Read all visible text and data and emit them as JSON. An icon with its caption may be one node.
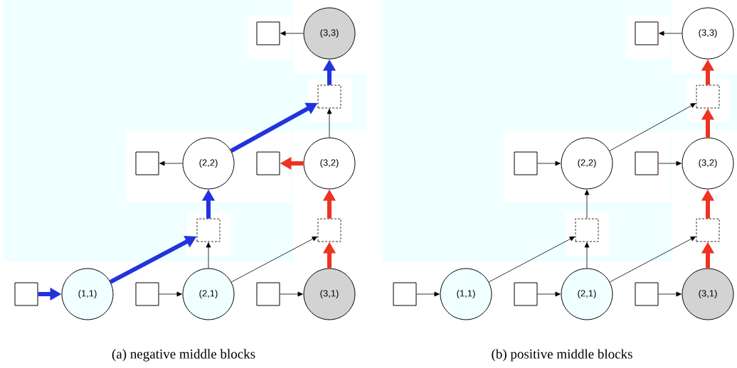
{
  "diagram": {
    "nodes": [
      {
        "text": [],
        "shape": "box"
      },
      {
        "text": [
          "(3,3)"
        ]
      },
      {
        "text": [],
        "shape": "box"
      },
      {
        "text": [],
        "shape": "box"
      },
      {
        "text": [
          "(2,2)"
        ]
      },
      {
        "text": [],
        "shape": "box"
      },
      {
        "text": [
          "(3,2)"
        ]
      },
      {
        "text": [],
        "shape": "box"
      },
      {
        "text": [],
        "shape": "box"
      },
      {
        "text": [],
        "shape": "box"
      },
      {
        "text": [
          "(1,1)"
        ]
      },
      {
        "text": [],
        "shape": "box"
      },
      {
        "text": [
          "(2,1)"
        ]
      },
      {
        "text": [],
        "shape": "box"
      },
      {
        "text": [
          "(3,1)"
        ]
      },
      {
        "text": [],
        "shape": "box"
      },
      {
        "text": [
          "(3,3)"
        ]
      },
      {
        "text": [],
        "shape": "box"
      },
      {
        "text": [],
        "shape": "box"
      },
      {
        "text": [
          "(2,2)"
        ]
      },
      {
        "text": [],
        "shape": "box"
      },
      {
        "text": [
          "(3,2)"
        ]
      },
      {
        "text": [],
        "shape": "box"
      },
      {
        "text": [],
        "shape": "box"
      },
      {
        "text": [],
        "shape": "box"
      },
      {
        "text": [
          "(1,1)"
        ]
      },
      {
        "text": [],
        "shape": "box"
      },
      {
        "text": [
          "(2,1)"
        ]
      },
      {
        "text": [],
        "shape": "box"
      },
      {
        "text": [
          "(3,1)"
        ]
      }
    ],
    "edges": [
      {
        "from": 9,
        "to": 10,
        "arrow": "to",
        "style": "thick",
        "color": "#2233dd"
      },
      {
        "from": 11,
        "to": 12,
        "arrow": "to"
      },
      {
        "from": 13,
        "to": 14,
        "arrow": "to"
      },
      {
        "from": 4,
        "to": 3,
        "arrow": "to"
      },
      {
        "from": 6,
        "to": 5,
        "arrow": "to",
        "style": "thick",
        "color": "#ee3322"
      },
      {
        "from": 1,
        "to": 0,
        "arrow": "to"
      },
      {
        "from": 10,
        "to": 7,
        "arrow": "to",
        "style": "thick",
        "color": "#2233dd"
      },
      {
        "from": 12,
        "to": 7,
        "arrow": "to"
      },
      {
        "from": 7,
        "to": 4,
        "arrow": "to",
        "style": "thick",
        "color": "#2233dd"
      },
      {
        "from": 12,
        "to": 8,
        "arrow": "to"
      },
      {
        "from": 14,
        "to": 8,
        "arrow": "to",
        "style": "thick",
        "color": "#ee3322"
      },
      {
        "from": 8,
        "to": 6,
        "arrow": "to",
        "style": "thick",
        "color": "#ee3322"
      },
      {
        "from": 4,
        "to": 2,
        "arrow": "to",
        "style": "thick",
        "color": "#2233dd"
      },
      {
        "from": 6,
        "to": 2,
        "arrow": "to"
      },
      {
        "from": 2,
        "to": 1,
        "arrow": "to",
        "style": "thick",
        "color": "#2233dd"
      },
      {
        "from": 24,
        "to": 25,
        "arrow": "to"
      },
      {
        "from": 26,
        "to": 27,
        "arrow": "to"
      },
      {
        "from": 28,
        "to": 29,
        "arrow": "to"
      },
      {
        "from": 18,
        "to": 19,
        "arrow": "to"
      },
      {
        "from": 20,
        "to": 21,
        "arrow": "to"
      },
      {
        "from": 16,
        "to": 15,
        "arrow": "to"
      },
      {
        "from": 25,
        "to": 22,
        "arrow": "to"
      },
      {
        "from": 27,
        "to": 22,
        "arrow": "to"
      },
      {
        "from": 22,
        "to": 19,
        "arrow": "to"
      },
      {
        "from": 27,
        "to": 23,
        "arrow": "to"
      },
      {
        "from": 29,
        "to": 23,
        "arrow": "to",
        "style": "thick",
        "color": "#ee3322"
      },
      {
        "from": 23,
        "to": 21,
        "arrow": "to",
        "style": "thick",
        "color": "#ee3322"
      },
      {
        "from": 19,
        "to": 17,
        "arrow": "to"
      },
      {
        "from": 21,
        "to": 17,
        "arrow": "to",
        "style": "thick",
        "color": "#ee3322"
      },
      {
        "from": 17,
        "to": 16,
        "arrow": "to",
        "style": "thick",
        "color": "#ee3322"
      }
    ],
    "labels": [
      "(a) negative middle blocks",
      "(b) positive middle blocks"
    ]
  }
}
